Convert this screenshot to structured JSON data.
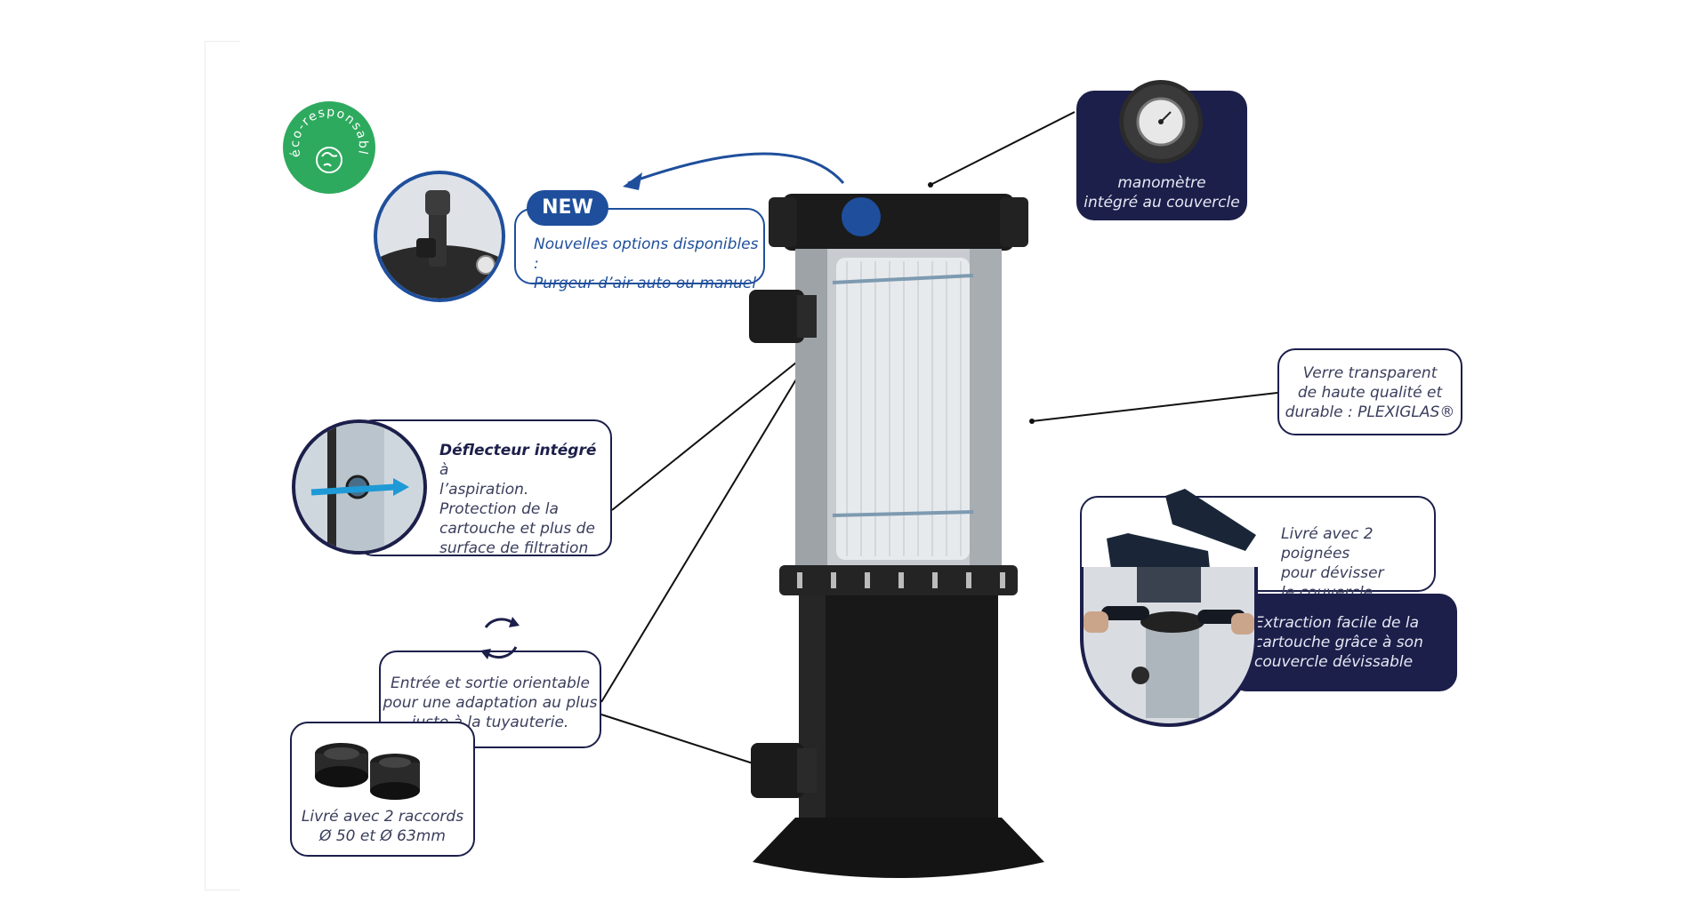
{
  "eco_badge": {
    "text": "éco-responsable",
    "color": "#2eaa5e"
  },
  "new_option": {
    "badge": "NEW",
    "line1": "Nouvelles options disponibles :",
    "line2": "Purgeur d’air auto ou manuel",
    "accent": "#1f4f9c"
  },
  "manometer": {
    "line1": "manomètre",
    "line2": "intégré au couvercle"
  },
  "glass": {
    "line1": "Verre transparent",
    "line2": "de haute qualité et",
    "line3": "durable : PLEXIGLAS®"
  },
  "deflector": {
    "bold": "Déflecteur intégré",
    "rest1": " à",
    "line2": "l’aspiration.",
    "line3": "Protection de la",
    "line4": "cartouche et plus de",
    "line5": "surface de filtration"
  },
  "handles": {
    "line1": "Livré avec 2 poignées",
    "line2": "pour dévisser",
    "line3": "le couvercle"
  },
  "extraction": {
    "line1": "Extraction facile de la",
    "line2": "cartouche grâce à son",
    "line3": "couvercle dévissable"
  },
  "orientable": {
    "line1": "Entrée et sortie orientable",
    "line2": "pour une adaptation au plus",
    "line3": "juste à la tuyauterie."
  },
  "fittings": {
    "line1": "Livré avec 2 raccords",
    "line2": "Ø 50 et Ø 63mm"
  },
  "colors": {
    "navy": "#1c1f4a",
    "blue": "#1f4f9c",
    "green": "#2eaa5e"
  }
}
